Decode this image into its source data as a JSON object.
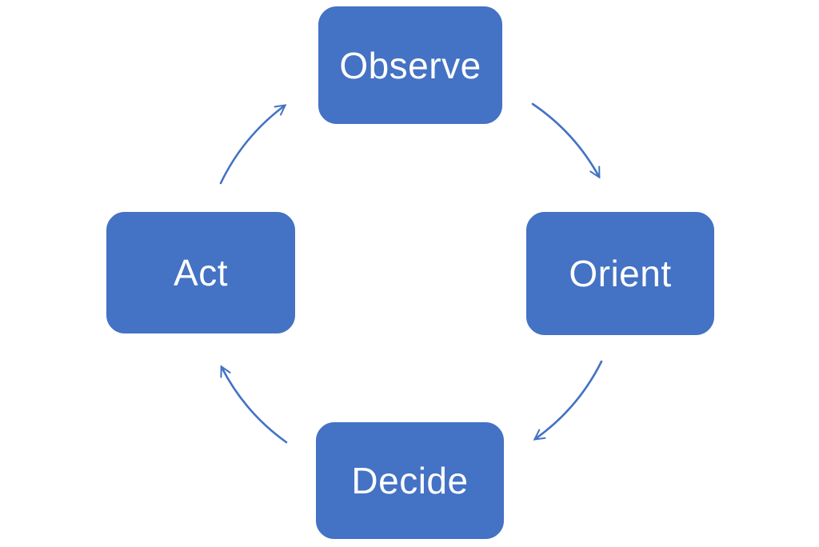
{
  "diagram": {
    "type": "cycle",
    "nodes": [
      {
        "id": "observe",
        "label": "Observe"
      },
      {
        "id": "orient",
        "label": "Orient"
      },
      {
        "id": "decide",
        "label": "Decide"
      },
      {
        "id": "act",
        "label": "Act"
      }
    ],
    "edges": [
      {
        "from": "observe",
        "to": "orient"
      },
      {
        "from": "orient",
        "to": "decide"
      },
      {
        "from": "decide",
        "to": "act"
      },
      {
        "from": "act",
        "to": "observe"
      }
    ],
    "colors": {
      "node_fill": "#4472C4",
      "node_border": "#FFFFFF",
      "node_text": "#FFFFFF",
      "arrow": "#4472C4",
      "background": "#FFFFFF"
    }
  }
}
